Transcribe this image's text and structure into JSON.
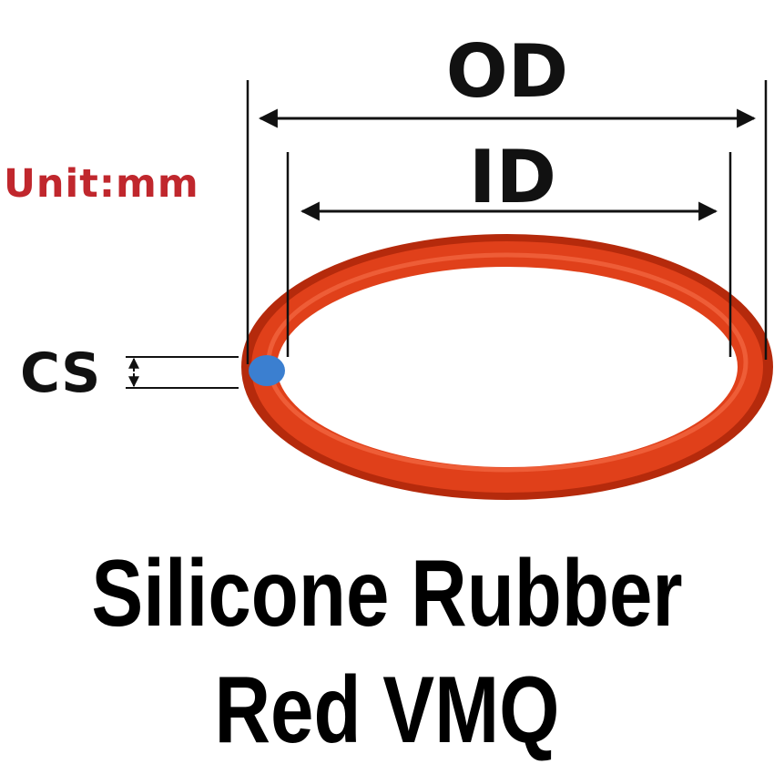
{
  "diagram": {
    "od_label": "OD",
    "id_label": "ID",
    "cs_label": "CS",
    "unit_label": "Unit:mm",
    "title_line1": "Silicone Rubber",
    "title_line2": "Red VMQ"
  },
  "colors": {
    "ring": "#e0401a",
    "ring_highlight": "#f46a45",
    "ring_shadow": "#b52a0c",
    "cross_section": "#3b7fd0",
    "unit_text": "#c0272d",
    "lines": "#111111"
  }
}
